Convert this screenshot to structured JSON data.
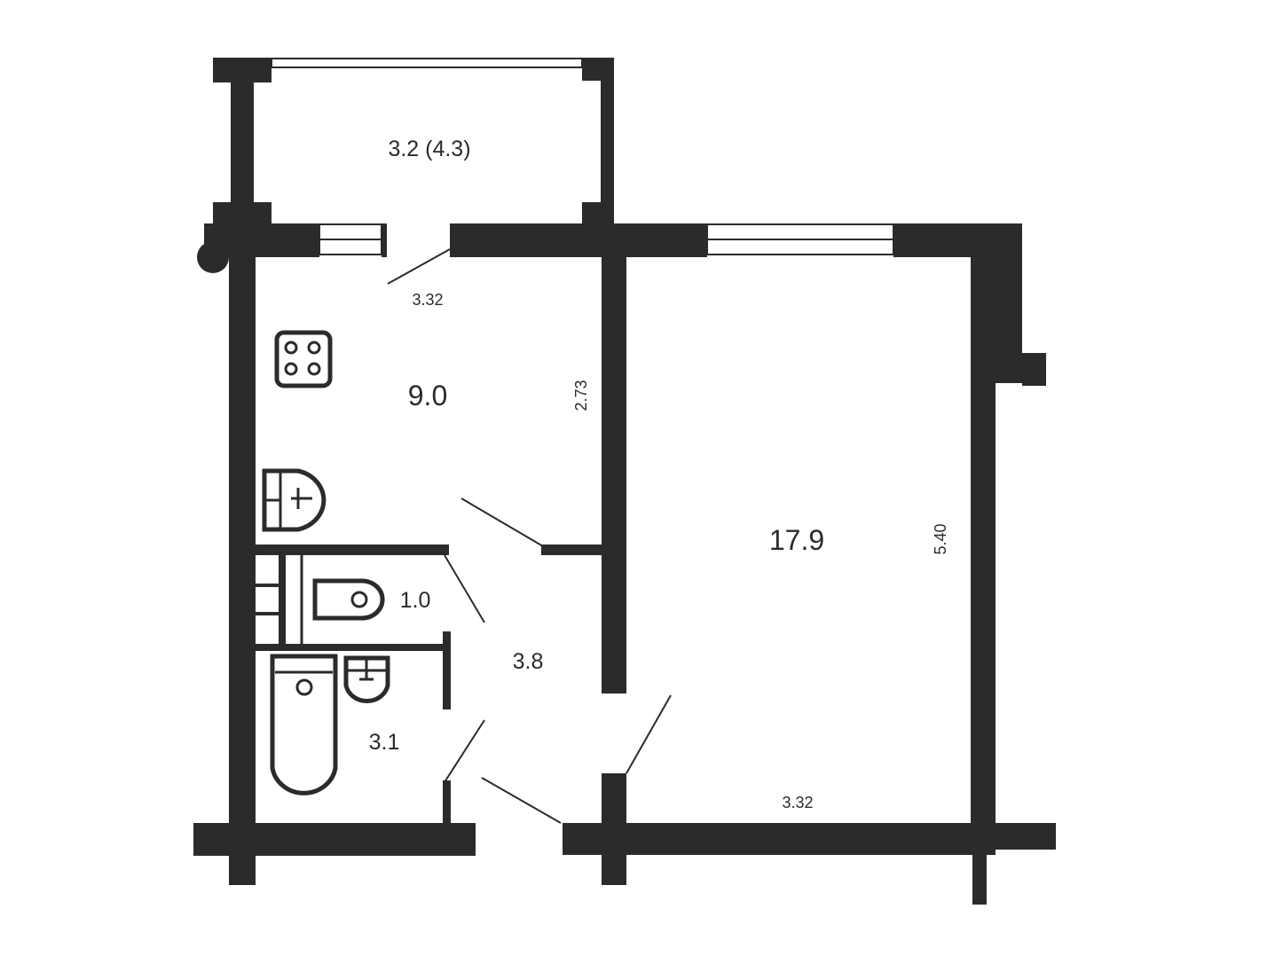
{
  "rooms": {
    "balcony": "3.2 (4.3)",
    "kitchen": "9.0",
    "living_room": "17.9",
    "toilet": "1.0",
    "hallway": "3.8",
    "bathroom": "3.1"
  },
  "dimensions": {
    "kitchen_width": "3.32",
    "kitchen_length": "2.73",
    "room_length": "5.40",
    "room_width": "3.32"
  },
  "colors": {
    "wall": "#2b2b2b",
    "background": "#ffffff"
  }
}
